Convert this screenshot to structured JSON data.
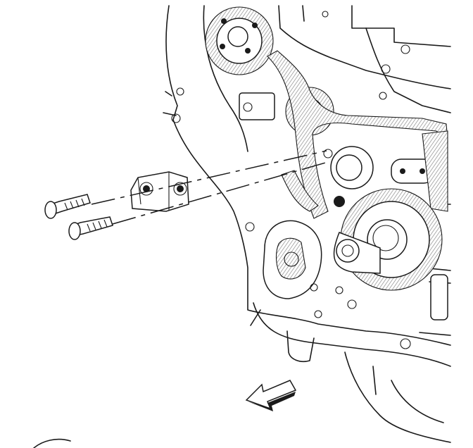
{
  "figure": {
    "text_labels": [],
    "colors": {
      "line": "#1a1a1a",
      "background": "#ffffff",
      "shade": "#9a9a9a"
    },
    "parts": [
      "engine-block-front",
      "timing-chain",
      "camshaft-sprocket",
      "crankshaft-sprocket",
      "idler-sprocket",
      "chain-guide",
      "guide-bolt-upper",
      "guide-bolt-lower",
      "engine-front-arrow"
    ]
  }
}
